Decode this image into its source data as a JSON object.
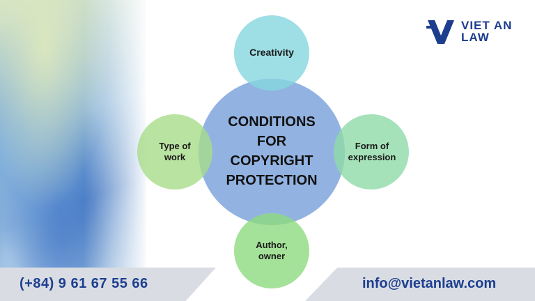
{
  "diagram": {
    "center": "CONDITIONS\nFOR\nCOPYRIGHT\nPROTECTION",
    "nodes": {
      "top": "Creativity",
      "right": "Form of\nexpression",
      "bottom": "Author,\nowner",
      "left": "Type of\nwork"
    },
    "colors": {
      "center": "#7fa6dc",
      "top": "#86d6df",
      "right": "#8fdba8",
      "bottom": "#8fdb7f",
      "left": "#a7dc89"
    }
  },
  "logo": {
    "line1": "VIET AN",
    "line2": "LAW",
    "color": "#1d3e8f"
  },
  "footer": {
    "phone": "(+84) 9 61 67 55 66",
    "email": "info@vietanlaw.com"
  }
}
